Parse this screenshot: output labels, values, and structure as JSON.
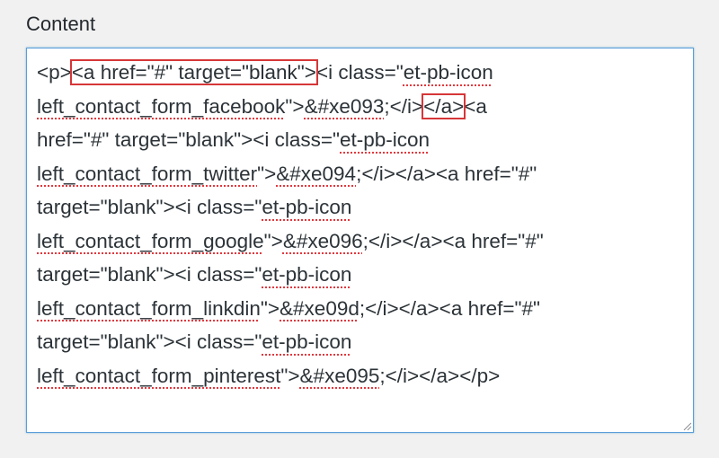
{
  "field": {
    "label": "Content"
  },
  "editor": {
    "lines": [
      {
        "segments": [
          {
            "t": "<p>"
          },
          {
            "t": "<a href=\"#\" target=\"blank\">",
            "hl": true
          },
          {
            "t": "<i class=\""
          },
          {
            "t": "et-pb-icon",
            "sp": true
          }
        ]
      },
      {
        "segments": [
          {
            "t": "left_contact_form_facebook",
            "sp": true
          },
          {
            "t": "\">"
          },
          {
            "t": "&#xe093",
            "sp": true
          },
          {
            "t": ";</i>"
          },
          {
            "t": "</a>",
            "hl": true
          },
          {
            "t": "<a"
          }
        ]
      },
      {
        "segments": [
          {
            "t": "href=\"#\" target=\"blank\"><i class=\""
          },
          {
            "t": "et-pb-icon",
            "sp": true
          }
        ]
      },
      {
        "segments": [
          {
            "t": "left_contact_form_twitter",
            "sp": true
          },
          {
            "t": "\">"
          },
          {
            "t": "&#xe094",
            "sp": true
          },
          {
            "t": ";</i></a><a href=\"#\""
          }
        ]
      },
      {
        "segments": [
          {
            "t": "target=\"blank\"><i class=\""
          },
          {
            "t": "et-pb-icon",
            "sp": true
          }
        ]
      },
      {
        "segments": [
          {
            "t": "left_contact_form_google",
            "sp": true
          },
          {
            "t": "\">"
          },
          {
            "t": "&#xe096",
            "sp": true
          },
          {
            "t": ";</i></a><a href=\"#\""
          }
        ]
      },
      {
        "segments": [
          {
            "t": "target=\"blank\"><i class=\""
          },
          {
            "t": "et-pb-icon",
            "sp": true
          }
        ]
      },
      {
        "segments": [
          {
            "t": "left_contact_form_linkdin",
            "sp": true
          },
          {
            "t": "\">"
          },
          {
            "t": "&#xe09d",
            "sp": true
          },
          {
            "t": ";</i></a><a href=\"#\""
          }
        ]
      },
      {
        "segments": [
          {
            "t": "target=\"blank\"><i class=\""
          },
          {
            "t": "et-pb-icon",
            "sp": true
          }
        ]
      },
      {
        "segments": [
          {
            "t": "left_contact_form_pinterest",
            "sp": true
          },
          {
            "t": "\">"
          },
          {
            "t": "&#xe095",
            "sp": true
          },
          {
            "t": ";</i></a></p>"
          }
        ]
      }
    ]
  },
  "icons": {
    "resize_handle": "resize-grip-icon"
  },
  "colors": {
    "highlight_box": "#d63638",
    "spellcheck_underline": "#e0393e",
    "focus_border": "#5b9dd9"
  }
}
